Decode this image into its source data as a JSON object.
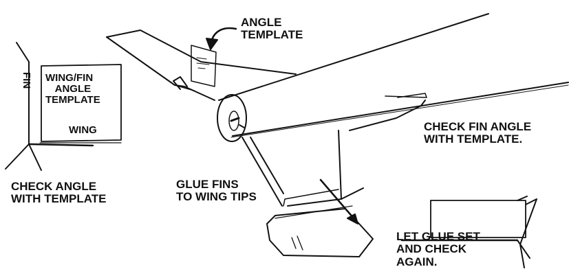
{
  "labels": {
    "angle_template": [
      "ANGLE",
      "TEMPLATE"
    ],
    "fin": "FIN",
    "wing_fin_template": [
      "WING/FIN",
      "ANGLE",
      "TEMPLATE"
    ],
    "wing": "WING",
    "check_angle": [
      "CHECK ANGLE",
      "WITH TEMPLATE"
    ],
    "glue_fins": [
      "GLUE FINS",
      "TO WING TIPS"
    ],
    "check_fin_angle": [
      "CHECK FIN ANGLE",
      "WITH TEMPLATE."
    ],
    "let_glue_set": [
      "LET GLUE SET",
      "AND CHECK",
      "AGAIN."
    ]
  },
  "colors": {
    "ink": "#111111",
    "paper": "#ffffff"
  }
}
